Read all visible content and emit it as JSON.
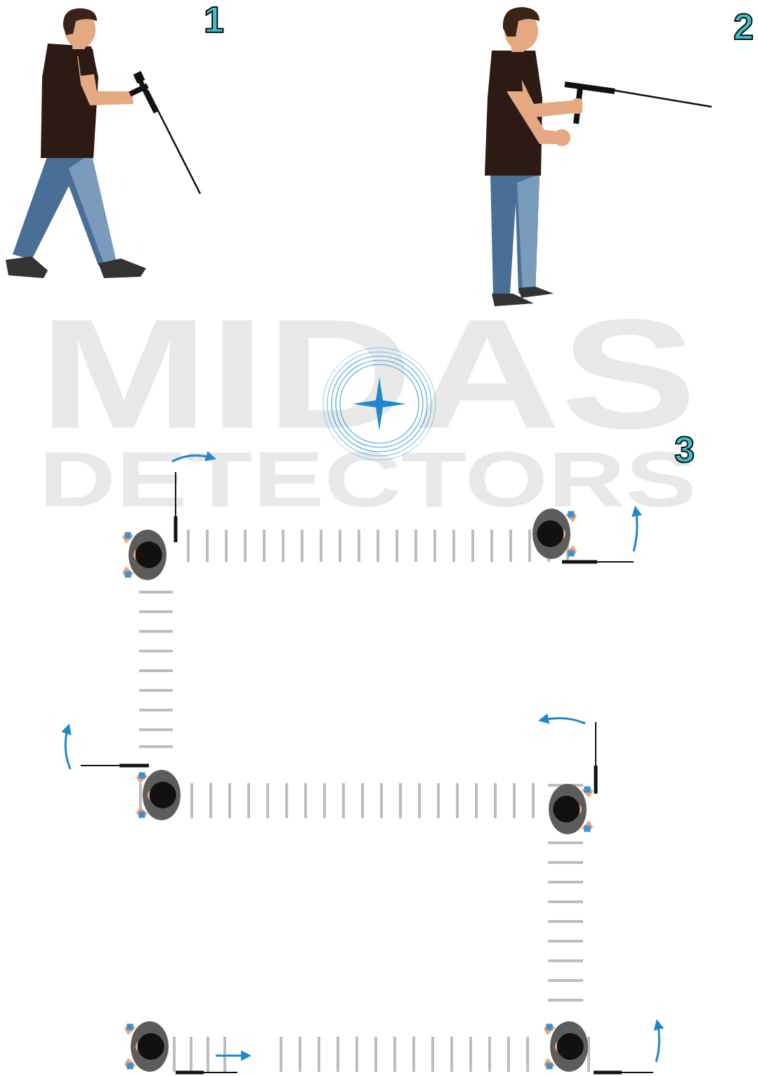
{
  "diagram": {
    "labels": [
      "1",
      "2",
      "MIDAS",
      "DETECTORS",
      "3"
    ]
  }
}
